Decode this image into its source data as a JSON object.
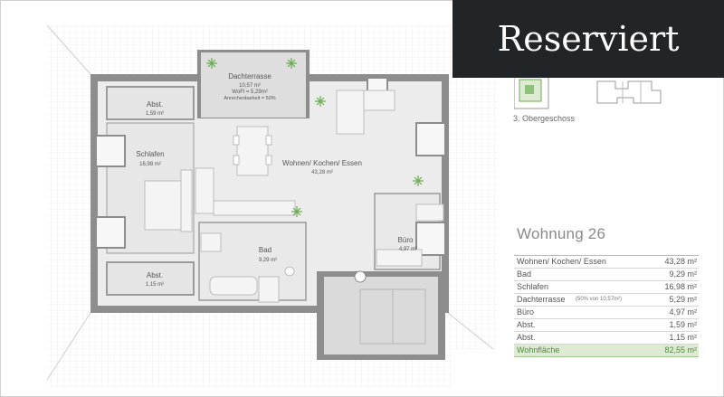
{
  "badge": {
    "text": "Reserviert"
  },
  "floor": {
    "label": "3. Obergeschoss"
  },
  "apartment": {
    "title": "Wohnung 26"
  },
  "rooms": {
    "dachterrasse": {
      "name": "Dachterrasse",
      "area": "10,57 m²",
      "wofl": "WoFl = 5,29m²",
      "anrech": "Anrechenbarkeit = 50%"
    },
    "abst1": {
      "name": "Abst.",
      "area": "1,59 m²"
    },
    "schlafen": {
      "name": "Schlafen",
      "area": "16,98 m²"
    },
    "wohnen": {
      "name": "Wohnen/ Kochen/ Essen",
      "area": "43,28 m²"
    },
    "bad": {
      "name": "Bad",
      "area": "9,29 m²"
    },
    "buero": {
      "name": "Büro",
      "area": "4,97 m²"
    },
    "abst2": {
      "name": "Abst.",
      "area": "1,15 m²"
    }
  },
  "table": {
    "rows": [
      {
        "name": "Wohnen/ Kochen/ Essen",
        "value": "43,28 m²"
      },
      {
        "name": "Bad",
        "value": "9,29 m²"
      },
      {
        "name": "Schlafen",
        "value": "16,98 m²"
      },
      {
        "name": "Dachterrasse",
        "note": "(50% von 10,57m²)",
        "value": "5,29 m²"
      },
      {
        "name": "Büro",
        "value": "4,97 m²"
      },
      {
        "name": "Abst.",
        "value": "1,59 m²"
      },
      {
        "name": "Abst.",
        "value": "1,15 m²"
      }
    ],
    "total": {
      "name": "Wohnfläche",
      "value": "82,55 m²"
    }
  },
  "colors": {
    "badge_bg": "#222528",
    "highlight": "#dcebd2",
    "wall": "#8d8d8d"
  }
}
